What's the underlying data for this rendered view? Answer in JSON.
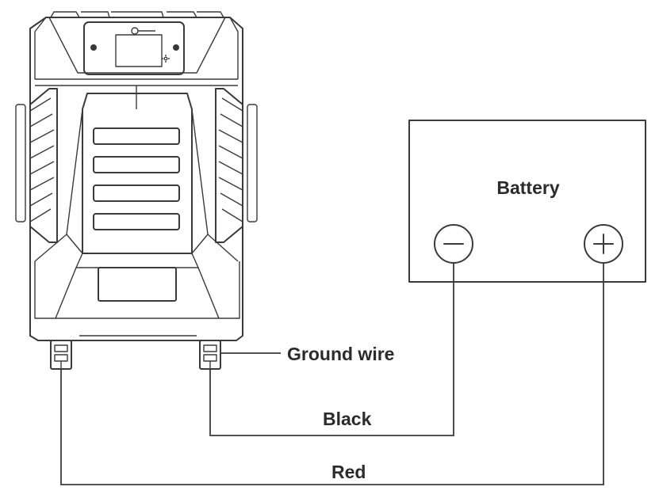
{
  "battery": {
    "title": "Battery"
  },
  "labels": {
    "ground_wire": "Ground wire",
    "black": "Black",
    "red": "Red"
  },
  "icons": {
    "negative_terminal": "minus-circle-icon",
    "positive_terminal": "plus-circle-icon"
  },
  "colors": {
    "line": "#3a3a3a",
    "text": "#2b2b2b",
    "background": "#ffffff"
  }
}
